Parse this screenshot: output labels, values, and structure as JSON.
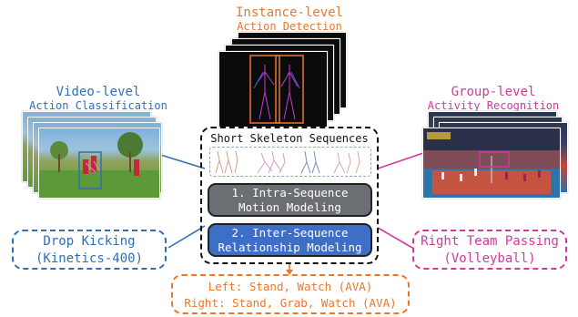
{
  "instance": {
    "title": "Instance-level",
    "subtitle": "Action Detection"
  },
  "video": {
    "title": "Video-level",
    "subtitle": "Action Classification"
  },
  "group": {
    "title": "Group-level",
    "subtitle": "Activity Recognition"
  },
  "center": {
    "title": "Short Skeleton Sequences",
    "module1": {
      "line1": "1. Intra-Sequence",
      "line2": "Motion Modeling"
    },
    "module2": {
      "line1": "2. Inter-Sequence",
      "line2": "Relationship Modeling"
    }
  },
  "outputs": {
    "video": {
      "line1": "Drop Kicking",
      "line2": "(Kinetics-400)"
    },
    "group": {
      "line1": "Right Team Passing",
      "line2": "(Volleyball)"
    },
    "instance": {
      "line1": "Left: Stand, Watch (AVA)",
      "line2": "Right: Stand, Grab, Watch (AVA)"
    }
  },
  "colors": {
    "orange": "#e8772e",
    "blue": "#2f6fb8",
    "pink": "#d0399c",
    "module1": "#6b6e72",
    "module2": "#3d6fc4"
  }
}
